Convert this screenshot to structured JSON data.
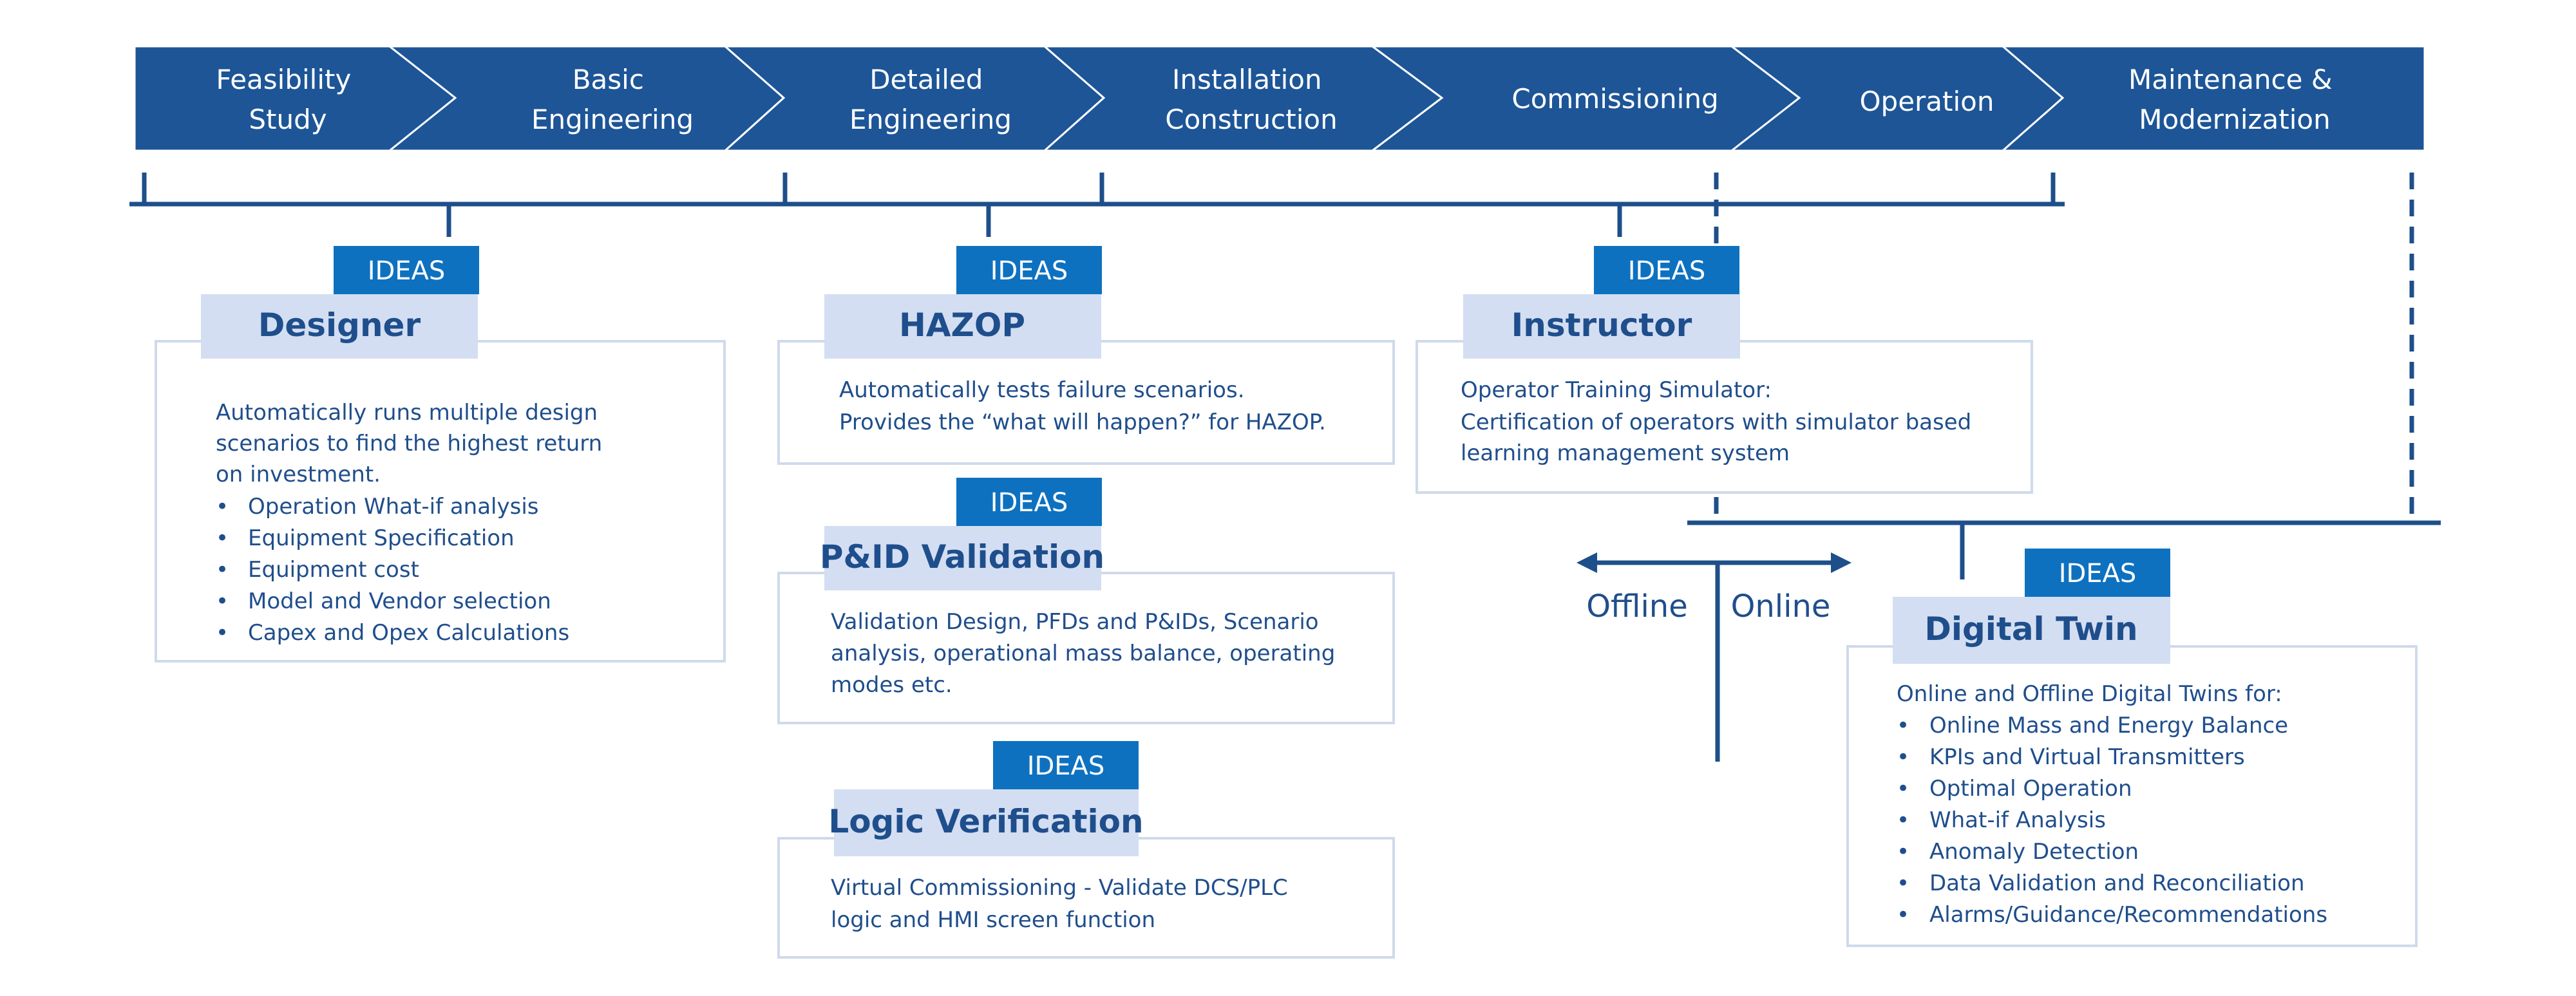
{
  "colors": {
    "phase_fill": "#1d5597",
    "tab_fill": "#0e71c0",
    "title_fill": "#d3def2",
    "box_border": "#cfdaeb",
    "line": "#1d4f8a",
    "text": "#1f4e8c"
  },
  "phases": [
    {
      "line1": "Feasibility",
      "line2": "Study"
    },
    {
      "line1": "Basic",
      "line2": "Engineering"
    },
    {
      "line1": "Detailed",
      "line2": "Engineering"
    },
    {
      "line1": "Installation",
      "line2": "Construction"
    },
    {
      "line1": "Commissioning",
      "line2": ""
    },
    {
      "line1": "Operation",
      "line2": ""
    },
    {
      "line1": "Maintenance &",
      "line2": "Modernization"
    }
  ],
  "modules": {
    "designer": {
      "tag": "IDEAS",
      "title": "Designer",
      "description": [
        "Automatically runs multiple design",
        "scenarios to find the highest return",
        "on investment."
      ],
      "bullets": [
        "Operation What-if analysis",
        "Equipment Specification",
        "Equipment cost",
        "Model and Vendor selection",
        "Capex and Opex Calculations"
      ]
    },
    "hazop": {
      "tag": "IDEAS",
      "title": "HAZOP",
      "description": [
        "Automatically tests failure scenarios.",
        "Provides the “what will happen?” for HAZOP."
      ]
    },
    "pid_validation": {
      "tag": "IDEAS",
      "title": "P&ID Validation",
      "description": [
        "Validation Design, PFDs and P&IDs, Scenario",
        "analysis, operational mass balance, operating",
        "modes etc."
      ]
    },
    "logic_verification": {
      "tag": "IDEAS",
      "title": "Logic Verification",
      "description": [
        "Virtual Commissioning - Validate DCS/PLC",
        "logic and HMI screen function"
      ]
    },
    "instructor": {
      "tag": "IDEAS",
      "title": "Instructor",
      "description": [
        "Operator Training Simulator:",
        "Certification of operators with simulator based",
        "learning management system"
      ]
    },
    "digital_twin": {
      "tag": "IDEAS",
      "title": "Digital Twin",
      "description": [
        "Online and Offline Digital Twins for:"
      ],
      "bullets": [
        "Online Mass and Energy Balance",
        "KPIs and Virtual Transmitters",
        "Optimal Operation",
        "What-if Analysis",
        "Anomaly Detection",
        "Data Validation and Reconciliation",
        "Alarms/Guidance/Recommendations"
      ]
    }
  },
  "offline_label": "Offline",
  "online_label": "Online",
  "bullet_char": "•"
}
